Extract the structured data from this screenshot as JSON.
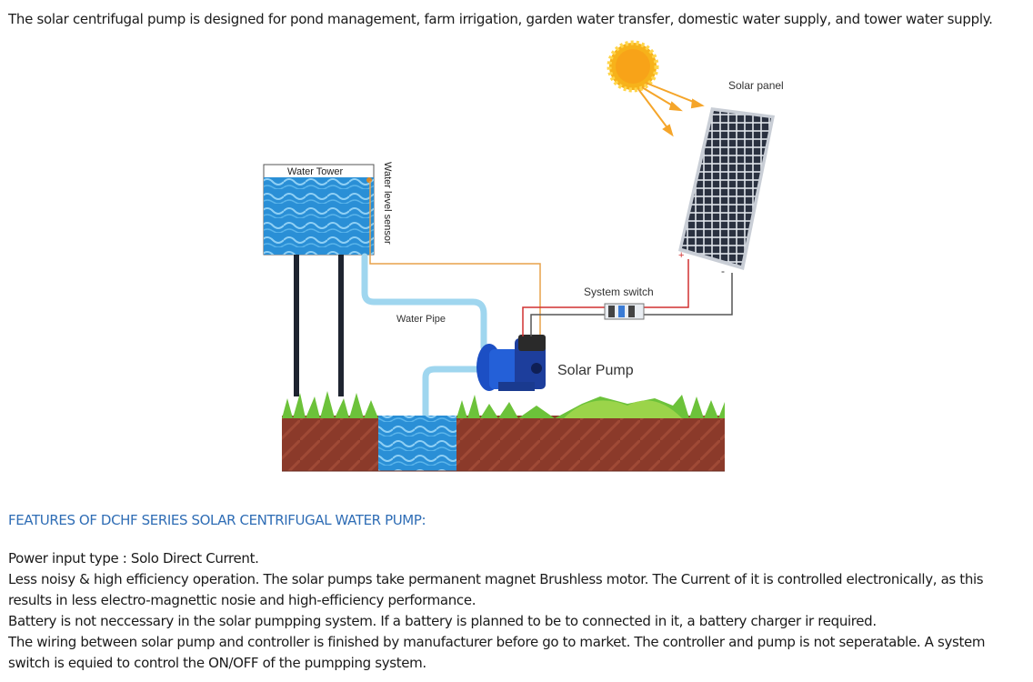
{
  "intro": "The solar centrifugal pump is designed for pond management, farm irrigation, garden water transfer, domestic water supply, and tower water supply.",
  "diagram": {
    "solar_panel_label": "Solar panel",
    "water_tower_label": "Water Tower",
    "water_level_sensor_label": "Water level sensor",
    "system_switch_label": "System switch",
    "water_pipe_label": "Water Pipe",
    "solar_pump_label": "Solar Pump",
    "plus_sign": "+",
    "minus_sign": "-"
  },
  "features": {
    "heading": "FEATURES OF DCHF SERIES SOLAR CENTRIFUGAL WATER PUMP:",
    "lines": [
      "Power input type : Solo Direct Current.",
      "Less noisy & high efficiency operation. The solar pumps take permanent magnet Brushless motor. The Current of it is controlled electronically, as this results in less electro-magnettic nosie and high-efficiency performance.",
      "Battery is not neccessary in the solar pumpping system. If a battery is planned to be to connected in it, a battery charger ir required.",
      "The wiring between solar pump and controller is finished by manufacturer before go to market. The controller and pump is not seperatable. A system switch is equied to control the ON/OFF of the pumpping system."
    ]
  }
}
